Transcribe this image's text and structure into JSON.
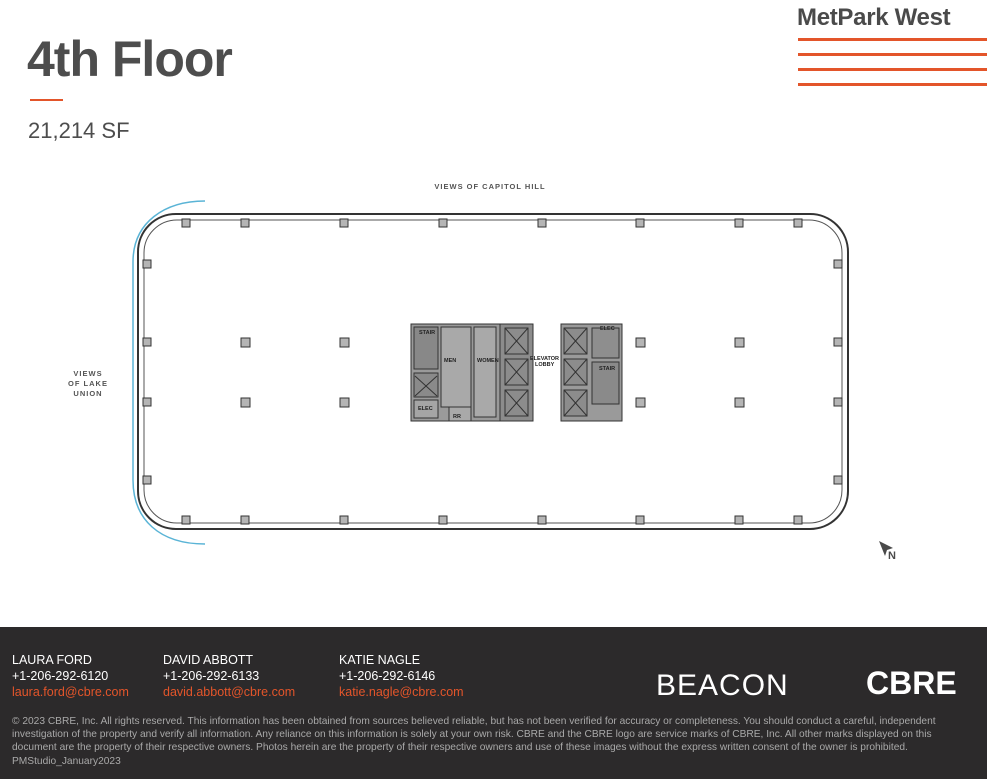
{
  "brand": {
    "name": "MetPark West",
    "accent_color": "#e3552a"
  },
  "floor": {
    "title": "4th Floor",
    "area": "21,214 SF"
  },
  "plan": {
    "view_top": "VIEWS OF CAPITOL HILL",
    "view_left": "VIEWS\nOF LAKE\nUNION",
    "rooms": {
      "stair_1": "STAIR",
      "men": "MEN",
      "women": "WOMEN",
      "elec_1": "ELEC",
      "rr": "RR",
      "elevator_lobby": "ELEVATOR\nLOBBY",
      "elec_2": "ELEC",
      "stair_2": "STAIR"
    },
    "compass": "N"
  },
  "contacts": [
    {
      "name": "LAURA FORD",
      "phone": "+1-206-292-6120",
      "email": "laura.ford@cbre.com"
    },
    {
      "name": "DAVID ABBOTT",
      "phone": "+1-206-292-6133",
      "email": "david.abbott@cbre.com"
    },
    {
      "name": "KATIE NAGLE",
      "phone": "+1-206-292-6146",
      "email": "katie.nagle@cbre.com"
    }
  ],
  "logos": {
    "beacon": "BEACON",
    "cbre": "CBRE"
  },
  "disclaimer": "© 2023 CBRE, Inc. All rights reserved. This information has been obtained from sources believed reliable, but has not been verified for accuracy or completeness. You should conduct a careful, independent investigation of the property and verify all information. Any reliance on this information is solely at your own risk. CBRE and the CBRE logo are service marks of CBRE, Inc. All other marks displayed on this document are the property of their respective owners. Photos herein are the property of their respective owners and use of these images without the express written consent of the owner is prohibited. PMStudio_January2023"
}
